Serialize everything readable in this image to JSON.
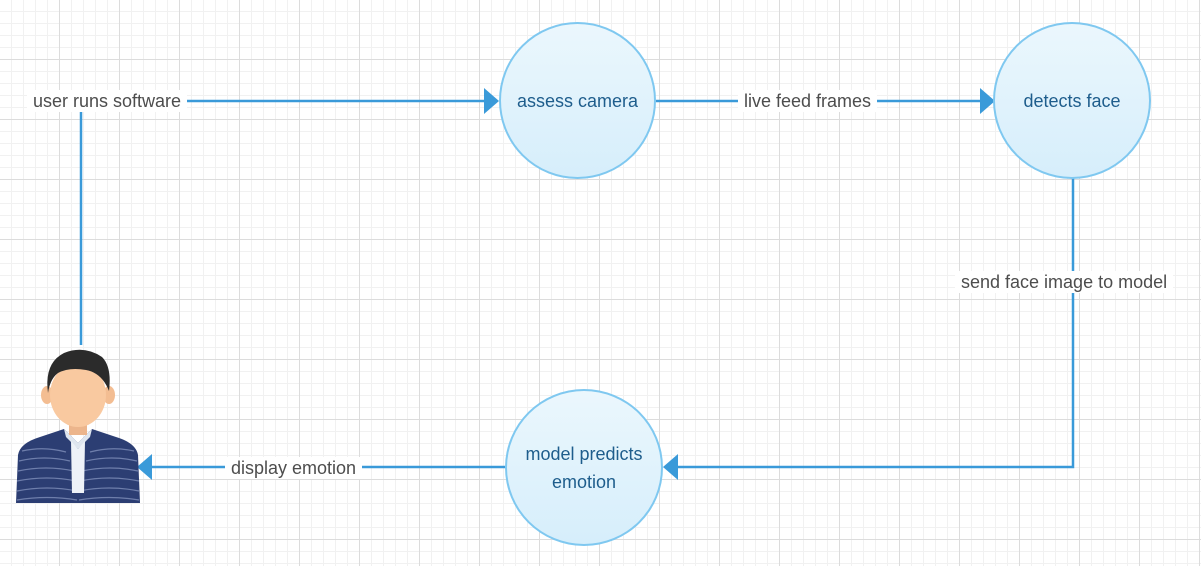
{
  "diagram": {
    "line_color": "#3a9ad9",
    "node_border_color": "#7fc8f0",
    "node_fill_color": "#dff2fc",
    "node_text_color": "#1e5d8c",
    "label_text_color": "#4d4d4d",
    "actor": {
      "icon": "user-avatar-icon",
      "hair_color": "#2b2b2b",
      "skin_color": "#f9c9a0",
      "shirt_color": "#2c3e73"
    },
    "nodes": {
      "assess_camera": "assess camera",
      "detects_face": "detects face",
      "model_predicts": {
        "line1": "model predicts",
        "line2": "emotion"
      }
    },
    "edges": {
      "user_runs_software": "user runs software",
      "live_feed_frames": "live feed frames",
      "send_face_image": "send face image to model",
      "display_emotion": "display emotion"
    }
  }
}
